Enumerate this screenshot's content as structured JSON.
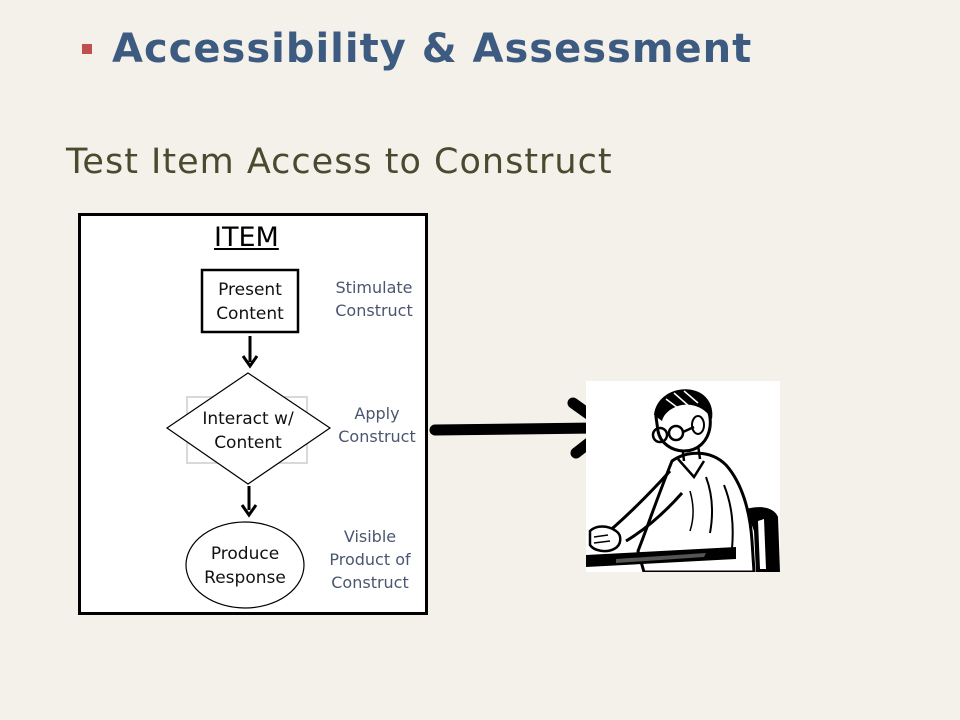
{
  "slide": {
    "heading": "Accessibility & Assessment",
    "subtitle": "Test Item Access to Construct"
  },
  "diagram": {
    "item_title": "ITEM",
    "steps": [
      {
        "line1": "Present",
        "line2": "Content",
        "shape": "rectangle"
      },
      {
        "line1": "Interact w/",
        "line2": "Content",
        "shape": "diamond"
      },
      {
        "line1": "Produce",
        "line2": "Response",
        "shape": "ellipse"
      }
    ],
    "annotations": [
      {
        "lines": [
          "Stimulate",
          "Construct"
        ]
      },
      {
        "lines": [
          "Apply",
          "Construct"
        ]
      },
      {
        "lines": [
          "Visible",
          "Product of",
          "Construct"
        ]
      }
    ]
  },
  "colors": {
    "background": "#f4f1eb",
    "heading": "#3d5a80",
    "bullet": "#c0504d",
    "subtitle": "#4a4a2f",
    "annotation": "#4a5670"
  },
  "icons": {
    "person": "person-at-desk-icon",
    "bullet": "square-bullet-icon"
  }
}
